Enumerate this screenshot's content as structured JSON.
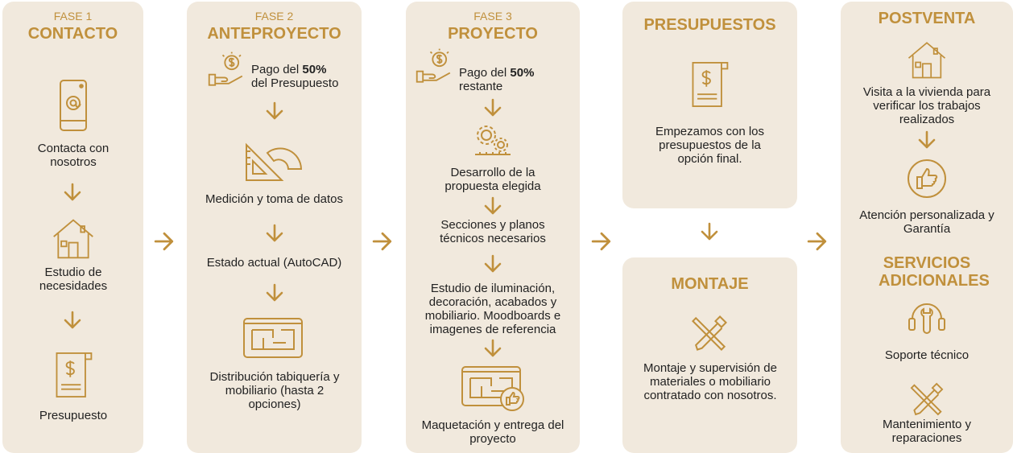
{
  "colors": {
    "accent": "#c0903c",
    "panel": "#f1e9dd",
    "text": "#222222"
  },
  "phase1": {
    "num": "FASE 1",
    "title": "CONTACTO",
    "steps": [
      "Contacta con nosotros",
      "Estudio de necesidades",
      "Presupuesto"
    ],
    "icons": [
      "phone-at-icon",
      "house-icon",
      "invoice-icon"
    ]
  },
  "phase2": {
    "num": "FASE 2",
    "title": "ANTEPROYECTO",
    "payment": {
      "pre": "Pago del ",
      "pct": "50%",
      "post": "del Presupuesto"
    },
    "steps": [
      "Medición y toma de datos",
      "Estado actual (AutoCAD)",
      "Distribución tabiquería y mobiliario (hasta 2 opciones)"
    ],
    "icons": [
      "hand-coin-icon",
      "ruler-triangle-icon",
      "floor-plan-icon"
    ]
  },
  "phase3": {
    "num": "FASE 3",
    "title": "PROYECTO",
    "payment": {
      "pre": "Pago del ",
      "pct": "50%",
      "post": "restante"
    },
    "steps": [
      "Desarrollo de la propuesta elegida",
      "Secciones y planos técnicos necesarios",
      "Estudio de iluminación, decoración, acabados y mobiliario. Moodboards e imagenes de referencia",
      "Maquetación y entrega del proyecto"
    ],
    "icons": [
      "hand-coin-icon",
      "gears-icon",
      "floor-plan-thumb-icon"
    ]
  },
  "presupuestos": {
    "title": "PRESUPUESTOS",
    "text": "Empezamos con los presupuestos de la opción final.",
    "icon": "invoice-icon"
  },
  "montaje": {
    "title": "MONTAJE",
    "text": "Montaje y supervisión de  materiales o mobiliario contratado con nosotros.",
    "icon": "tools-icon"
  },
  "postventa": {
    "title": "POSTVENTA",
    "steps": [
      "Visita a la vivienda para verificar los trabajos realizados",
      "Atención personalizada y Garantía"
    ],
    "icons": [
      "house-icon",
      "thumbs-up-icon"
    ]
  },
  "servicios": {
    "title": "SERVICIOS ADICIONALES",
    "items": [
      "Soporte técnico",
      "Mantenimiento y reparaciones"
    ],
    "icons": [
      "headset-wrench-icon",
      "tools-icon"
    ]
  }
}
